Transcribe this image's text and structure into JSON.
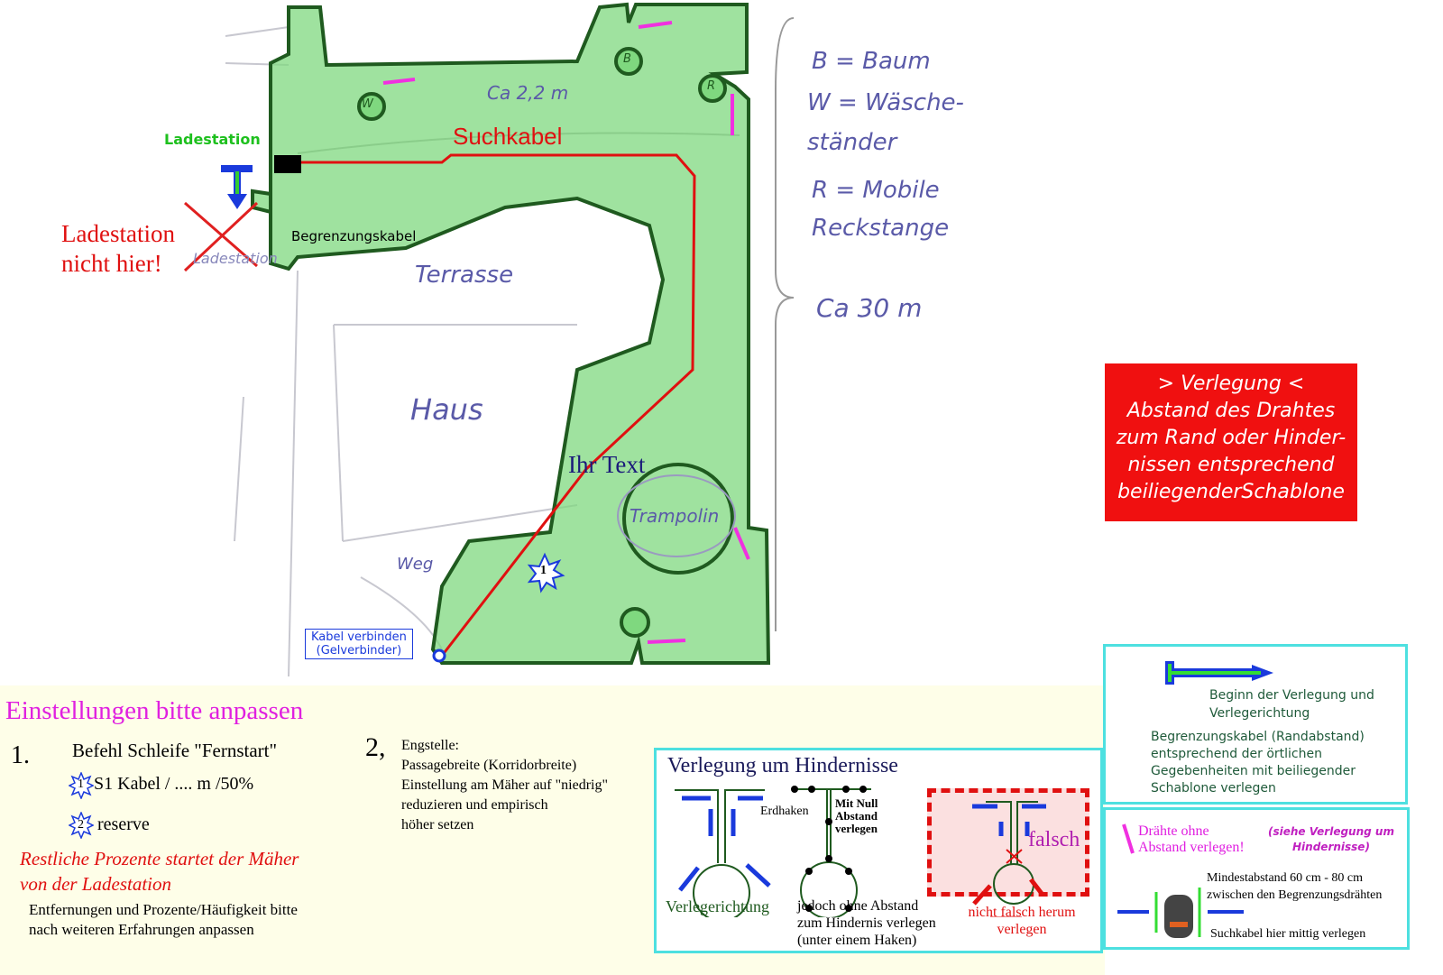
{
  "map": {
    "charging_station": "Ladestation",
    "search_cable": "Suchkabel",
    "boundary_cable": "Begrenzungskabel",
    "not_here": "Ladestation\nnicht hier!",
    "crossed_word": "Ladestation",
    "your_text": "Ihr Text",
    "connect_cable": "Kabel verbinden\n(Gelverbinder)",
    "star_number": "1",
    "sketch_labels": {
      "terrace": "Terrasse",
      "house": "Haus",
      "trampoline": "Trampolin",
      "path": "Weg",
      "width": "Ca 2,2 m",
      "tree": "B",
      "laundry": "W",
      "bar": "R"
    },
    "legend_handwritten": [
      "B = Baum",
      "W = Wäsche-\nständer",
      "R = Mobile\nReckstange",
      "Ca 30 m"
    ]
  },
  "red_note": "> Verlegung <\nAbstand des Drahtes\nzum Rand oder Hinder-\nnissen entsprechend\nbeiliegenderSchablone",
  "settings": {
    "title": "Einstellungen bitte anpassen",
    "n1": "1.",
    "command": "Befehl Schleife \"Fernstart\"",
    "s1_num": "1",
    "s1": "S1 Kabel / .... m /50%",
    "s2_num": "2",
    "s2": "reserve",
    "rest": "Restliche Prozente  startet der Mäher\nvon der Ladestation",
    "adjust": "Entfernungen und Prozente/Häufigkeit bitte\nnach weiteren Erfahrungen anpassen",
    "n2": "2,",
    "narrow": "Engstelle:\nPassagebreite (Korridorbreite)\nEinstellung am Mäher auf \"niedrig\"\nreduzieren und empirisch\nhöher setzen"
  },
  "obstacles": {
    "title": "Verlegung um Hindernisse",
    "direction": "Verlegerichtung",
    "hooks": "Erdhaken",
    "zero": "Mit Null\nAbstand\nverlegen",
    "without": "jedoch ohne Abstand\nzum Hindernis verlegen\n(unter einem Haken)",
    "wrong": "falsch",
    "not_wrong": "nicht falsch herum\nverlegen"
  },
  "legend": {
    "start": "Beginn der Verlegung und\nVerlegerichtung",
    "boundary": "Begrenzungskabel (Randabstand)\nentsprechend der örtlichen\nGegebenheiten mit beiliegender\nSchablone verlegen"
  },
  "spacing": {
    "wires": "Drähte ohne\nAbstand verlegen!",
    "see": "(siehe Verlegung um\nHindernisse)",
    "min": "Mindestabstand 60 cm - 80 cm\nzwischen den Begrenzungsdrähten",
    "center": "Suchkabel hier mittig verlegen"
  }
}
